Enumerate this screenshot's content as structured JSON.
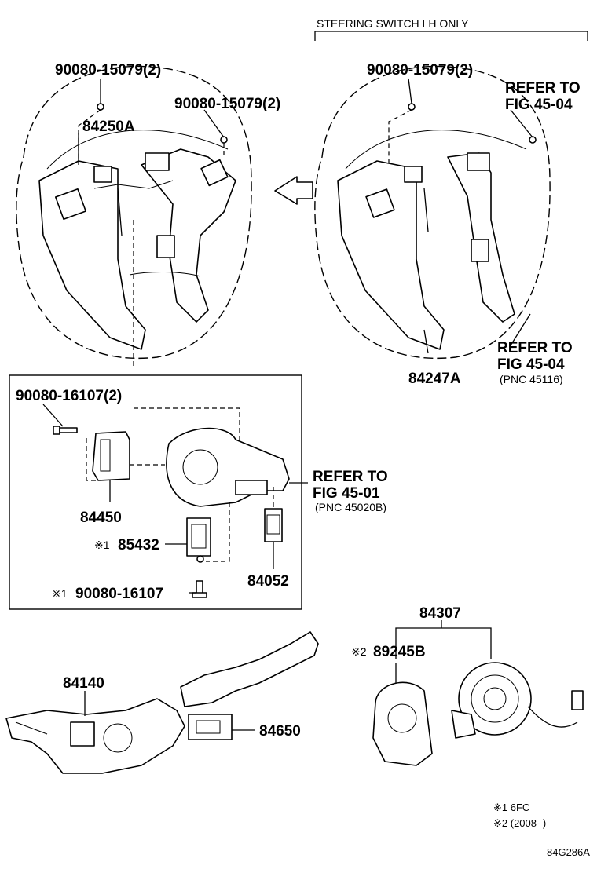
{
  "header": {
    "lh_only": "STEERING SWITCH LH ONLY"
  },
  "labels": {
    "bolt_15079_left_top": "90080-15079(2)",
    "bolt_15079_left_right": "90080-15079(2)",
    "p84250a": "84250A",
    "bolt_15079_right": "90080-15079(2)",
    "refer_4504_top_1": "REFER TO",
    "refer_4504_top_2": "FIG 45-04",
    "refer_4504_bot_1": "REFER TO",
    "refer_4504_bot_2": "FIG 45-04",
    "pnc_45116": "(PNC 45116)",
    "p84247a": "84247A",
    "bolt_16107_2": "90080-16107(2)",
    "p84450": "84450",
    "mark_85432": "※1",
    "p85432": "85432",
    "mark_16107": "※1",
    "bolt_16107": "90080-16107",
    "p84052": "84052",
    "refer_4501_1": "REFER TO",
    "refer_4501_2": "FIG 45-01",
    "pnc_45020b": "(PNC 45020B)",
    "p84307": "84307",
    "mark_89245b": "※2",
    "p89245b": "89245B",
    "p84140": "84140",
    "p84650": "84650"
  },
  "footnotes": {
    "note1": "※1 6FC",
    "note2": "※2 (2008-        )"
  },
  "figure_code": "84G286A"
}
